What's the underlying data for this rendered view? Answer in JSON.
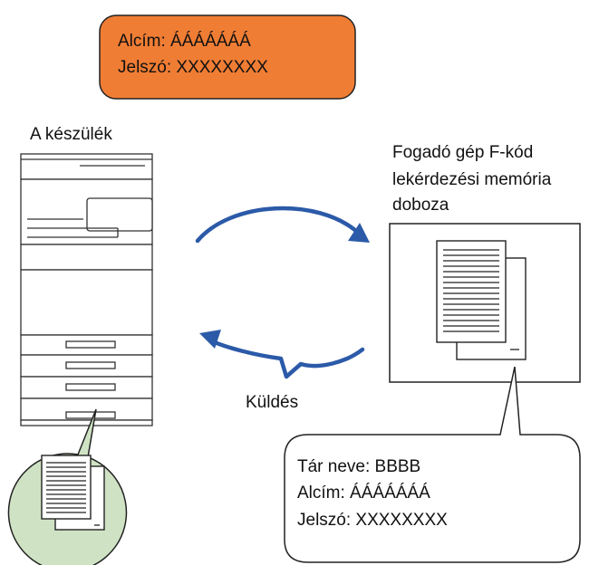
{
  "top_box": {
    "subaddress_line": "Alcím: ÁÁÁÁÁÁÁ",
    "password_line": "Jelszó: XXXXXXXX",
    "fill_color": "#f07d34"
  },
  "machine": {
    "label": "A készülék"
  },
  "receiver": {
    "label_line1": "Fogadó gép F-kód",
    "label_line2": "lekérdezési memória",
    "label_line3": "doboza"
  },
  "send": {
    "label": "Küldés"
  },
  "callout": {
    "box_name_line": "Tár neve: BBBB",
    "subaddress_line": "Alcím: ÁÁÁÁÁÁÁ",
    "password_line": "Jelszó: XXXXXXXX"
  },
  "colors": {
    "arrow": "#2b5aa8",
    "bubble_fill": "#cfe3c4"
  },
  "icons": [
    "copier-icon",
    "document-stack-icon",
    "curved-arrow-icon"
  ]
}
